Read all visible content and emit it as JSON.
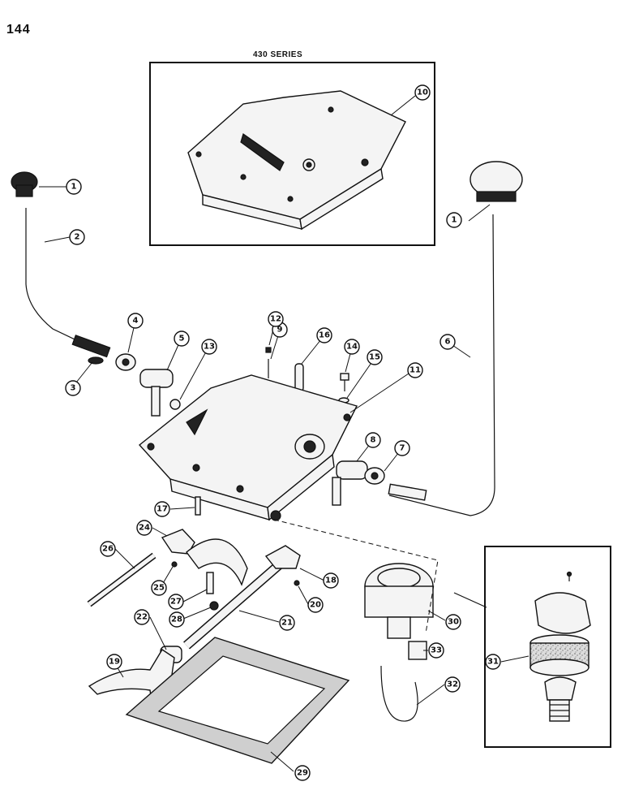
{
  "page": {
    "number": "144"
  },
  "inset": {
    "series_label": "430 SERIES"
  },
  "callouts": [
    "1",
    "2",
    "3",
    "4",
    "5",
    "6",
    "7",
    "8",
    "9",
    "10",
    "11",
    "12",
    "13",
    "14",
    "15",
    "16",
    "17",
    "18",
    "19",
    "20",
    "21",
    "22",
    "24",
    "25",
    "26",
    "27",
    "28",
    "29",
    "30",
    "31",
    "32",
    "33"
  ]
}
